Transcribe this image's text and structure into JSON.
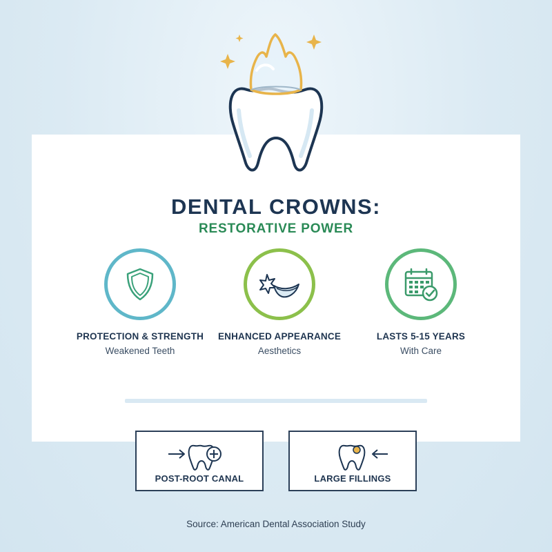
{
  "title": "DENTAL CROWNS:",
  "subtitle": "RESTORATIVE POWER",
  "features": [
    {
      "title": "PROTECTION & STRENGTH",
      "subtitle": "Weakened Teeth",
      "icon": "shield-icon",
      "ring_color": "#5fb7c9"
    },
    {
      "title": "ENHANCED APPEARANCE",
      "subtitle": "Aesthetics",
      "icon": "sparkle-smile-icon",
      "ring_color": "#8cc04b"
    },
    {
      "title": "LASTS 5-15 YEARS",
      "subtitle": "With Care",
      "icon": "calendar-check-icon",
      "ring_color": "#5cb87a"
    }
  ],
  "indications": [
    {
      "label": "POST-ROOT CANAL",
      "icon": "tooth-plus-icon"
    },
    {
      "label": "LARGE FILLINGS",
      "icon": "tooth-cavity-icon"
    }
  ],
  "source": "Source: American Dental Association Study",
  "colors": {
    "navy": "#1d3552",
    "green": "#2a8a56",
    "gold": "#e8b44a",
    "background": "#dbeaf3"
  }
}
